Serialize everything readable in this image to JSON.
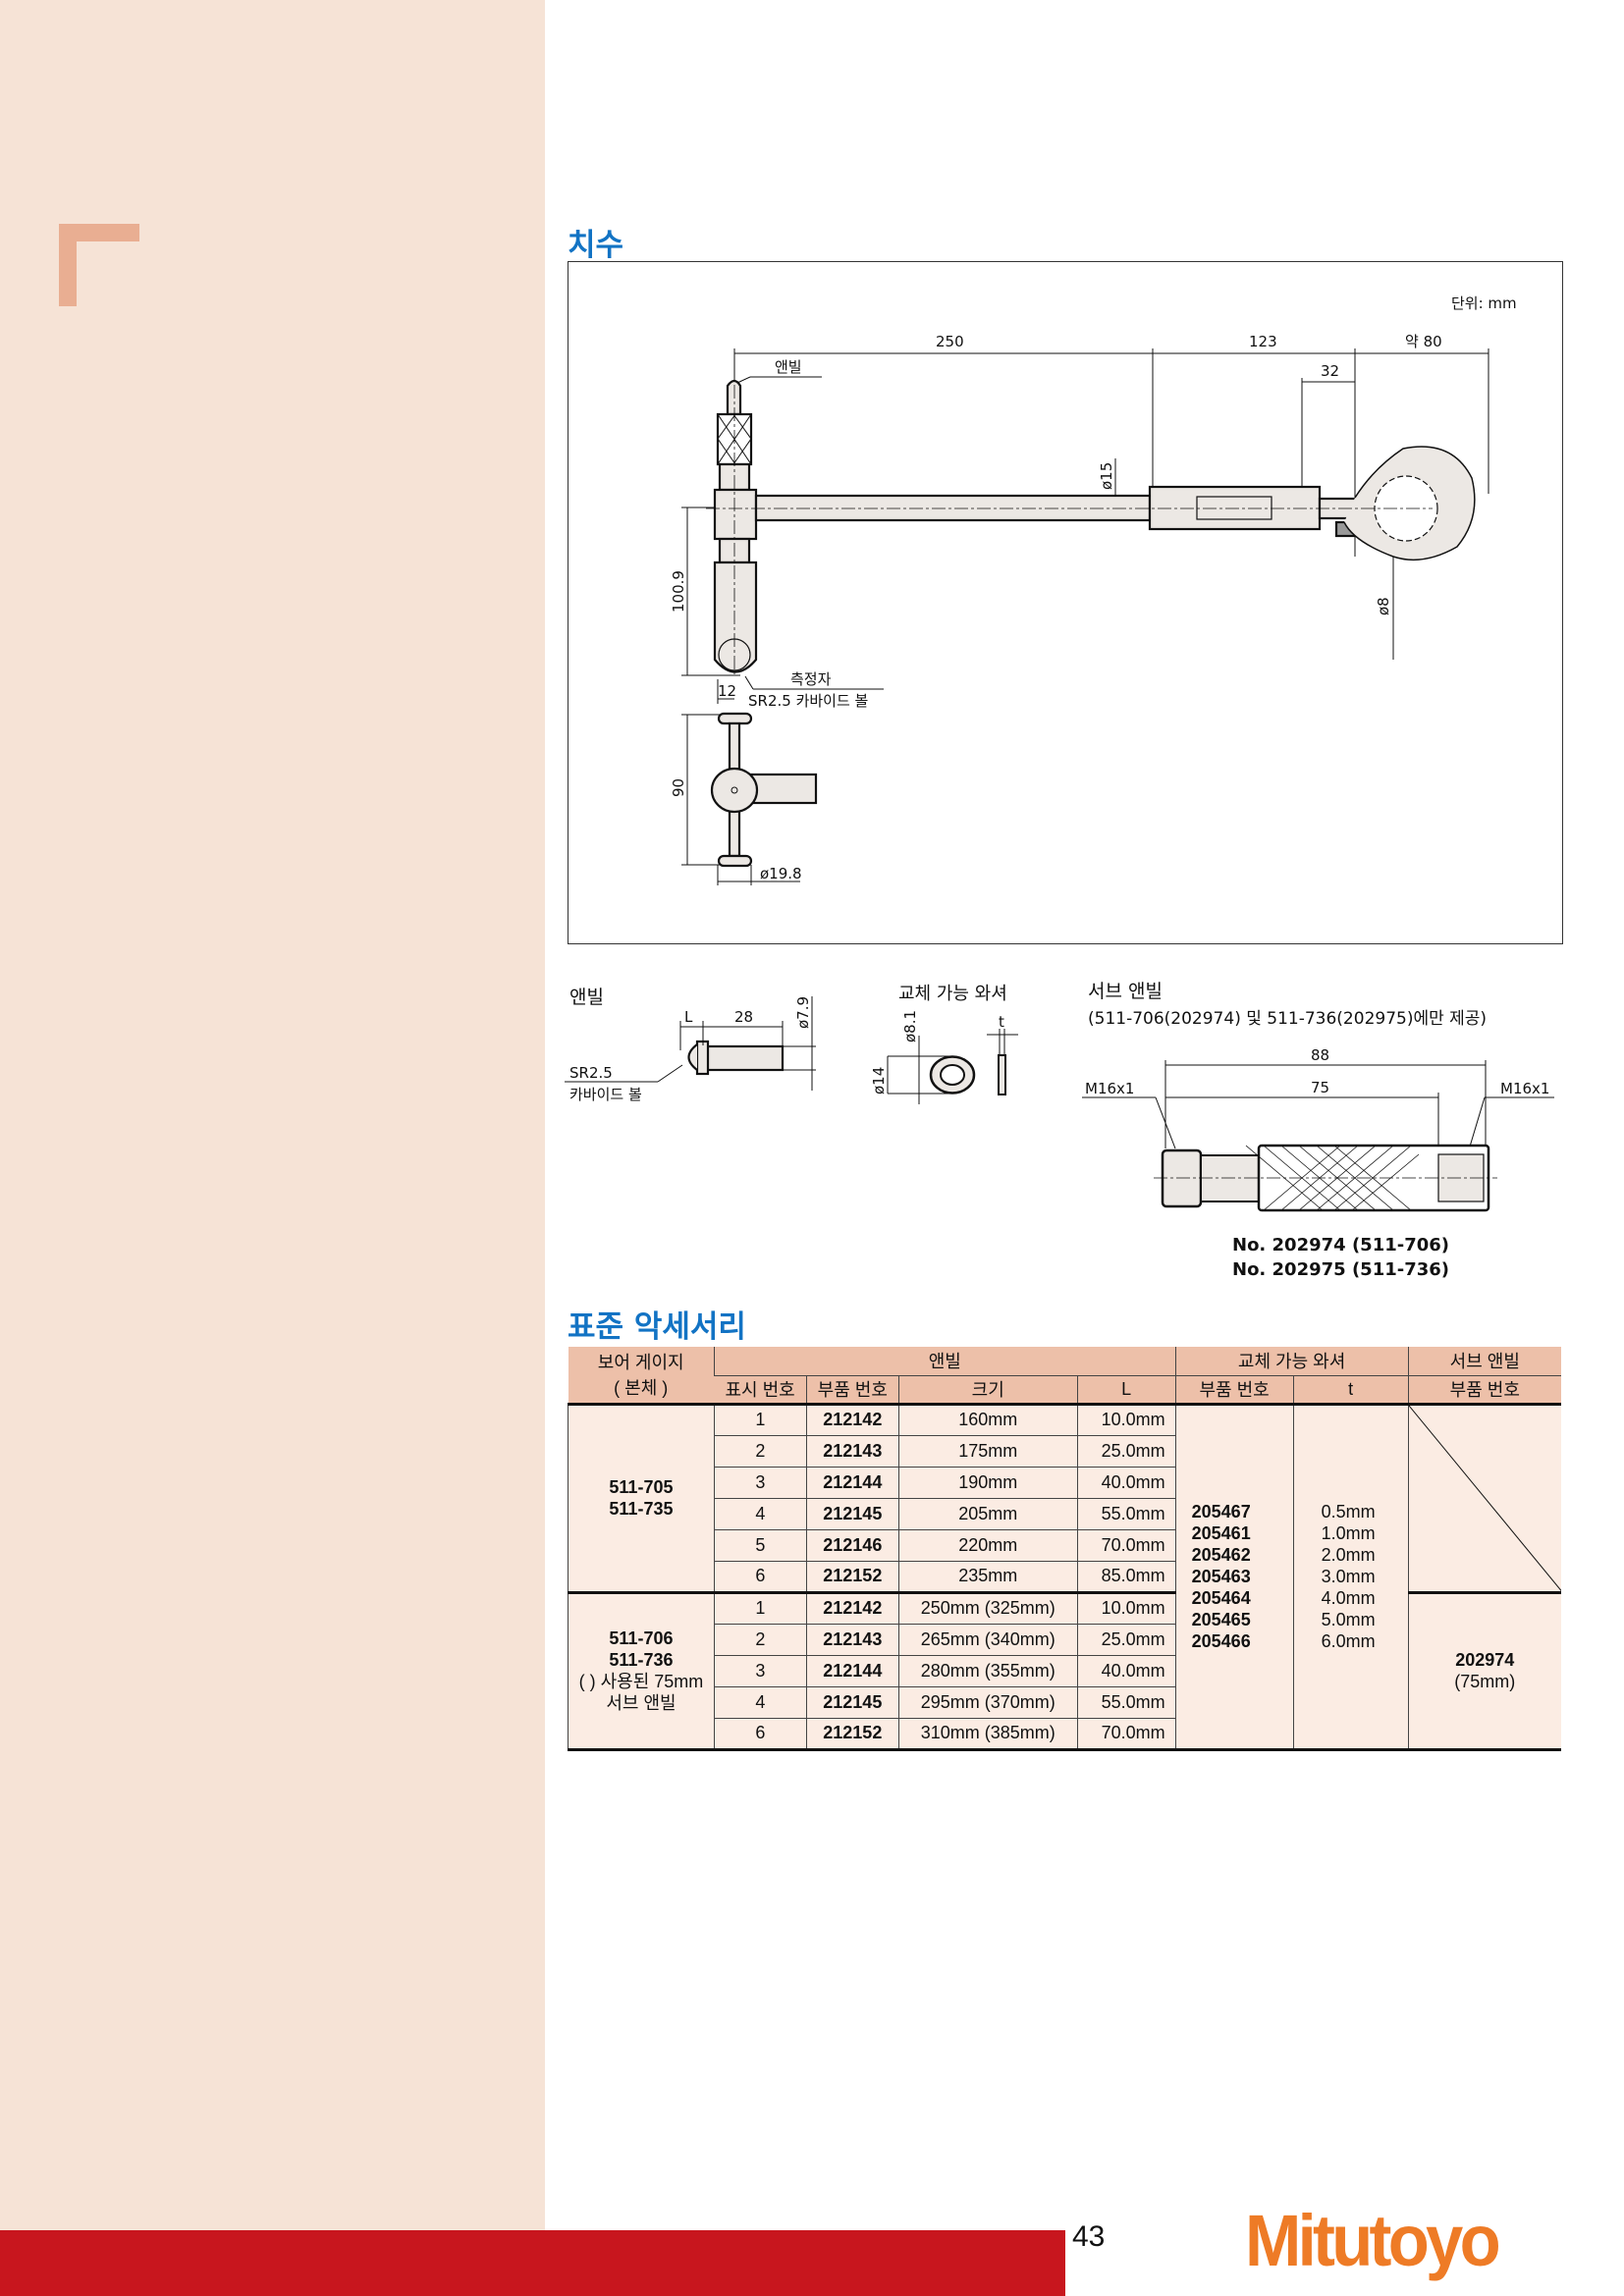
{
  "dimensions": {
    "title": "치수",
    "unit": "단위: mm",
    "labels": {
      "d250": "250",
      "d123": "123",
      "d80": "약 80",
      "d32": "32",
      "anvil": "앤빌",
      "d15": "ø15",
      "d8": "ø8",
      "d100": "100.9",
      "d12": "12",
      "contact": "측정자",
      "ball": "SR2.5 카바이드 볼",
      "d90": "90",
      "d198": "ø19.8"
    }
  },
  "parts": {
    "anvil": {
      "title": "앤빌",
      "L": "L",
      "d28": "28",
      "d79": "ø7.9",
      "sr": "SR2.5",
      "ball": "카바이드 볼"
    },
    "washer": {
      "title": "교체 가능 와셔",
      "d81": "ø8.1",
      "d14": "ø14",
      "t": "t"
    },
    "sub_anvil": {
      "title": "서브 앤빌",
      "note": "(511-706(202974) 및 511-736(202975)에만 제공)",
      "d88": "88",
      "d75": "75",
      "thread_left": "M16x1",
      "thread_right": "M16x1",
      "no1": "No. 202974 (511-706)",
      "no2": "No. 202975 (511-736)"
    }
  },
  "accessories": {
    "title": "표준 악세서리",
    "headers": {
      "gauge": "보어 게이지",
      "gauge_sub": "( 본체 )",
      "anvil": "앤빌",
      "washer": "교체 가능 와셔",
      "sub_anvil": "서브 앤빌",
      "mark_no": "표시 번호",
      "part_no": "부품 번호",
      "size": "크기",
      "L": "L",
      "washer_part": "부품 번호",
      "t": "t",
      "sub_part": "부품 번호"
    },
    "groups": [
      {
        "models": [
          "511-705",
          "511-735"
        ],
        "note": "",
        "rows": [
          [
            "1",
            "212142",
            "160mm",
            "10.0mm"
          ],
          [
            "2",
            "212143",
            "175mm",
            "25.0mm"
          ],
          [
            "3",
            "212144",
            "190mm",
            "40.0mm"
          ],
          [
            "4",
            "212145",
            "205mm",
            "55.0mm"
          ],
          [
            "5",
            "212146",
            "220mm",
            "70.0mm"
          ],
          [
            "6",
            "212152",
            "235mm",
            "85.0mm"
          ]
        ]
      },
      {
        "models": [
          "511-706",
          "511-736"
        ],
        "note": "( ) 사용된 75mm 서브 앤빌",
        "rows": [
          [
            "1",
            "212142",
            "250mm (325mm)",
            "10.0mm"
          ],
          [
            "2",
            "212143",
            "265mm (340mm)",
            "25.0mm"
          ],
          [
            "3",
            "212144",
            "280mm (355mm)",
            "40.0mm"
          ],
          [
            "4",
            "212145",
            "295mm (370mm)",
            "55.0mm"
          ],
          [
            "6",
            "212152",
            "310mm (385mm)",
            "70.0mm"
          ]
        ]
      }
    ],
    "washers": {
      "parts": [
        "205467",
        "205461",
        "205462",
        "205463",
        "205464",
        "205465",
        "205466"
      ],
      "t": [
        "0.5mm",
        "1.0mm",
        "2.0mm",
        "3.0mm",
        "4.0mm",
        "5.0mm",
        "6.0mm"
      ]
    },
    "sub_anvil": {
      "part": "202974",
      "size": "(75mm)"
    }
  },
  "footer": {
    "page": "43",
    "brand": "Mitutoyo"
  },
  "colors": {
    "sidebar": "#f6e3d6",
    "accent": "#1273c4",
    "header": "#edc0a9",
    "cell": "#fbece3",
    "red": "#c8161e",
    "logo": "#ee7b26"
  }
}
